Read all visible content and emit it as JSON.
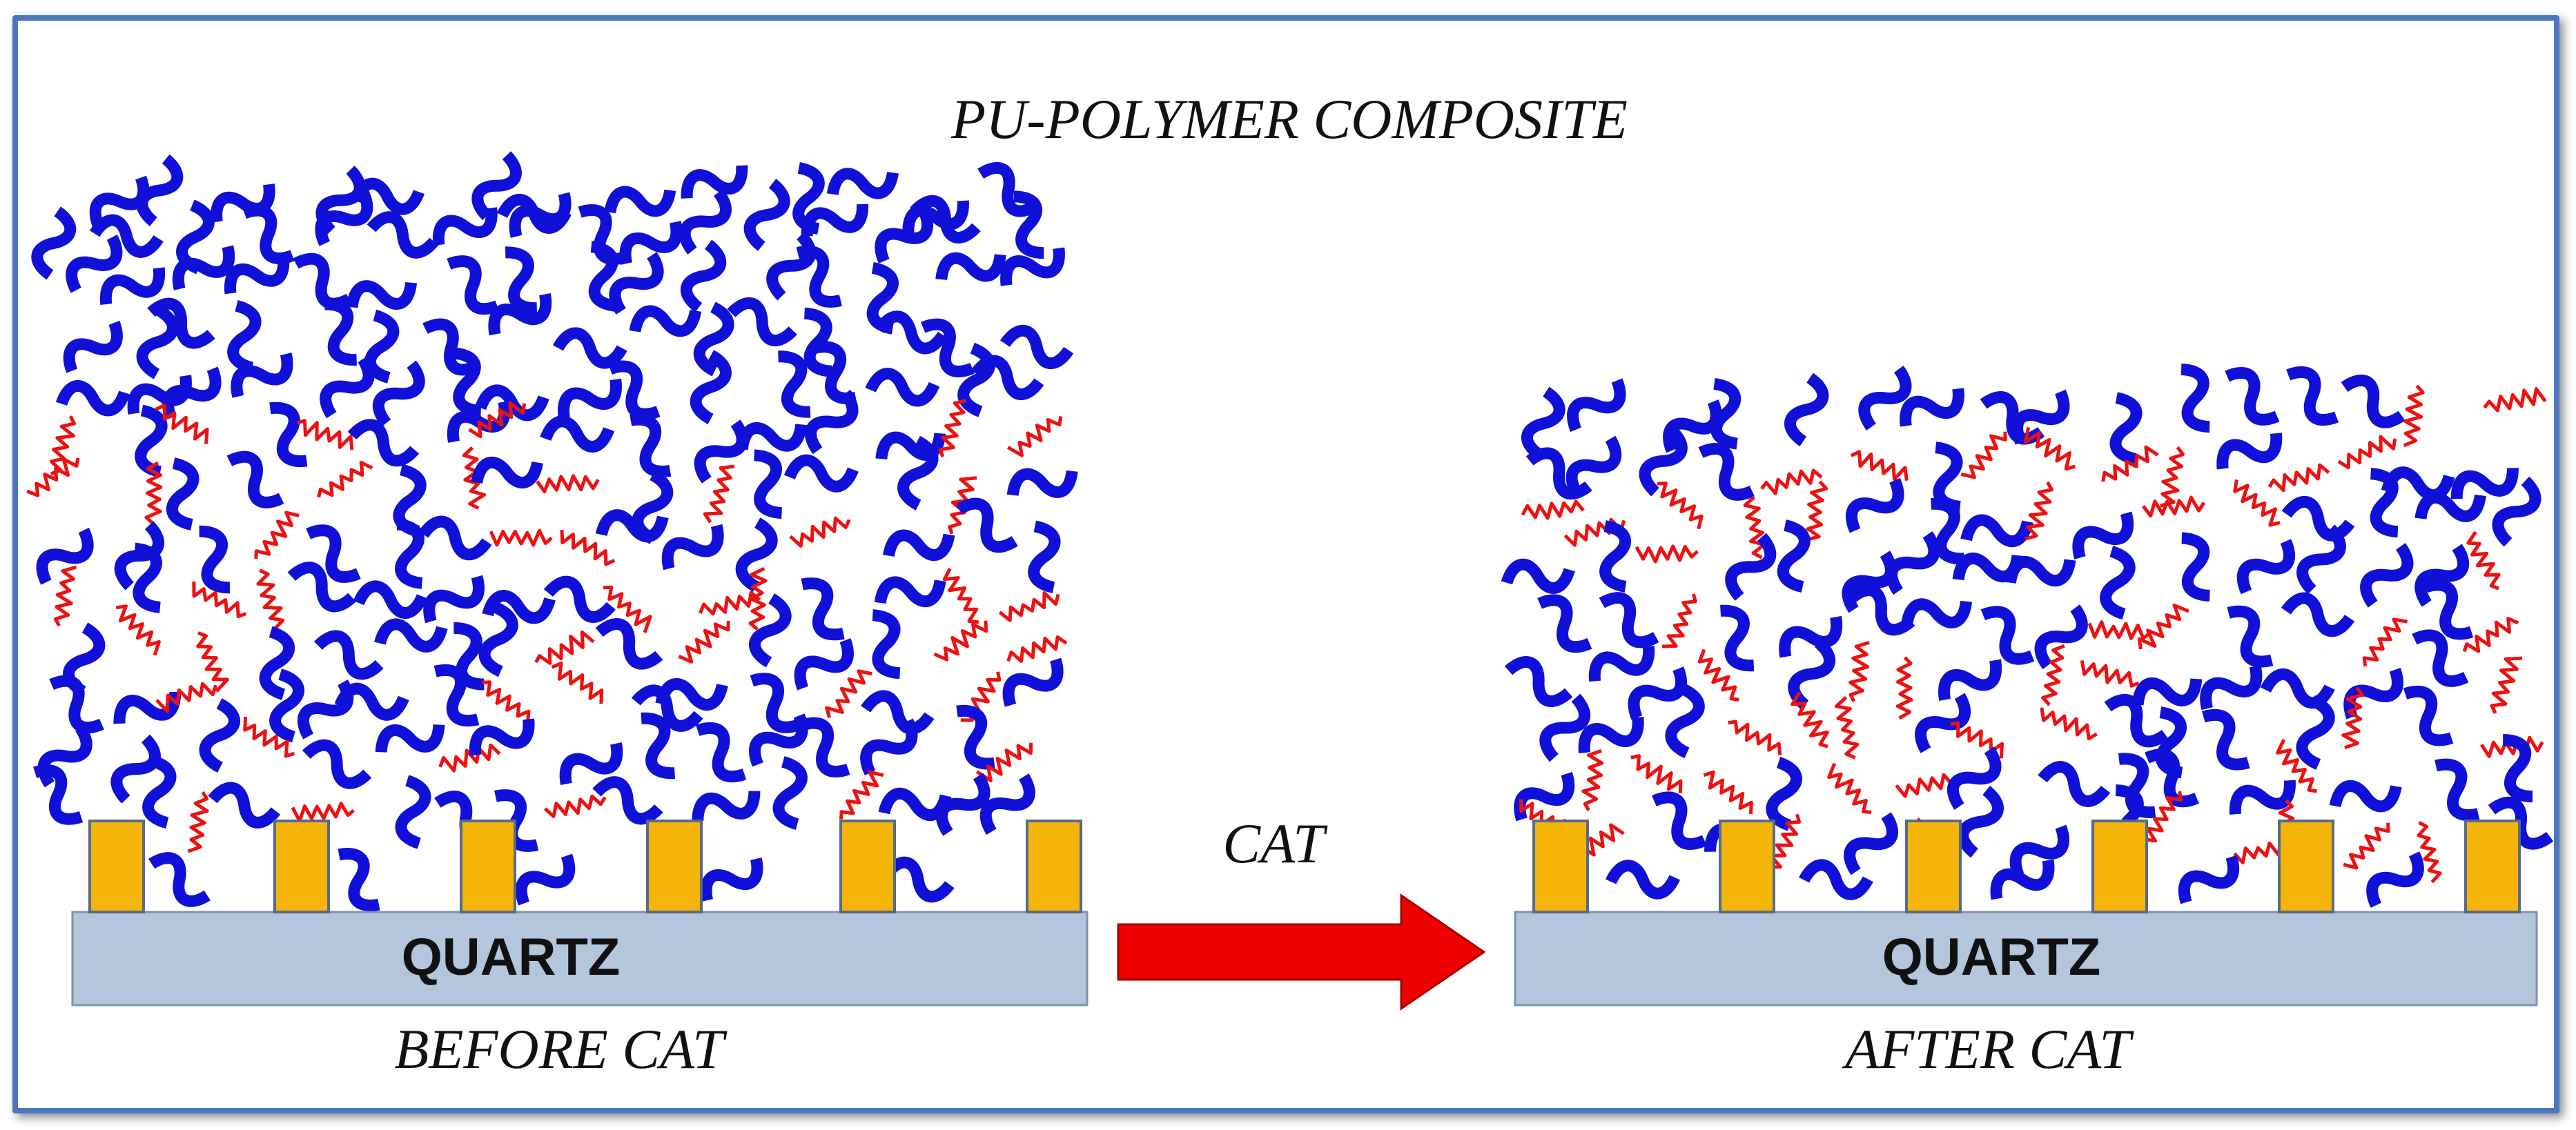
{
  "title": "PU-POLYMER COMPOSITE",
  "arrow_label": "CAT",
  "panels": [
    {
      "substrate_label": "QUARTZ",
      "caption": "BEFORE CAT"
    },
    {
      "substrate_label": "QUARTZ",
      "caption": "AFTER CAT"
    }
  ],
  "colors": {
    "frame": "#4b77be",
    "polymer_chain": "#1010d8",
    "pu_chain": "#ee1111",
    "electrode": "#f5b40a",
    "substrate": "#b4c6dc",
    "arrow": "#ee0000"
  },
  "ratios": {
    "before_red_share": 0.28,
    "after_red_share": 0.36
  }
}
